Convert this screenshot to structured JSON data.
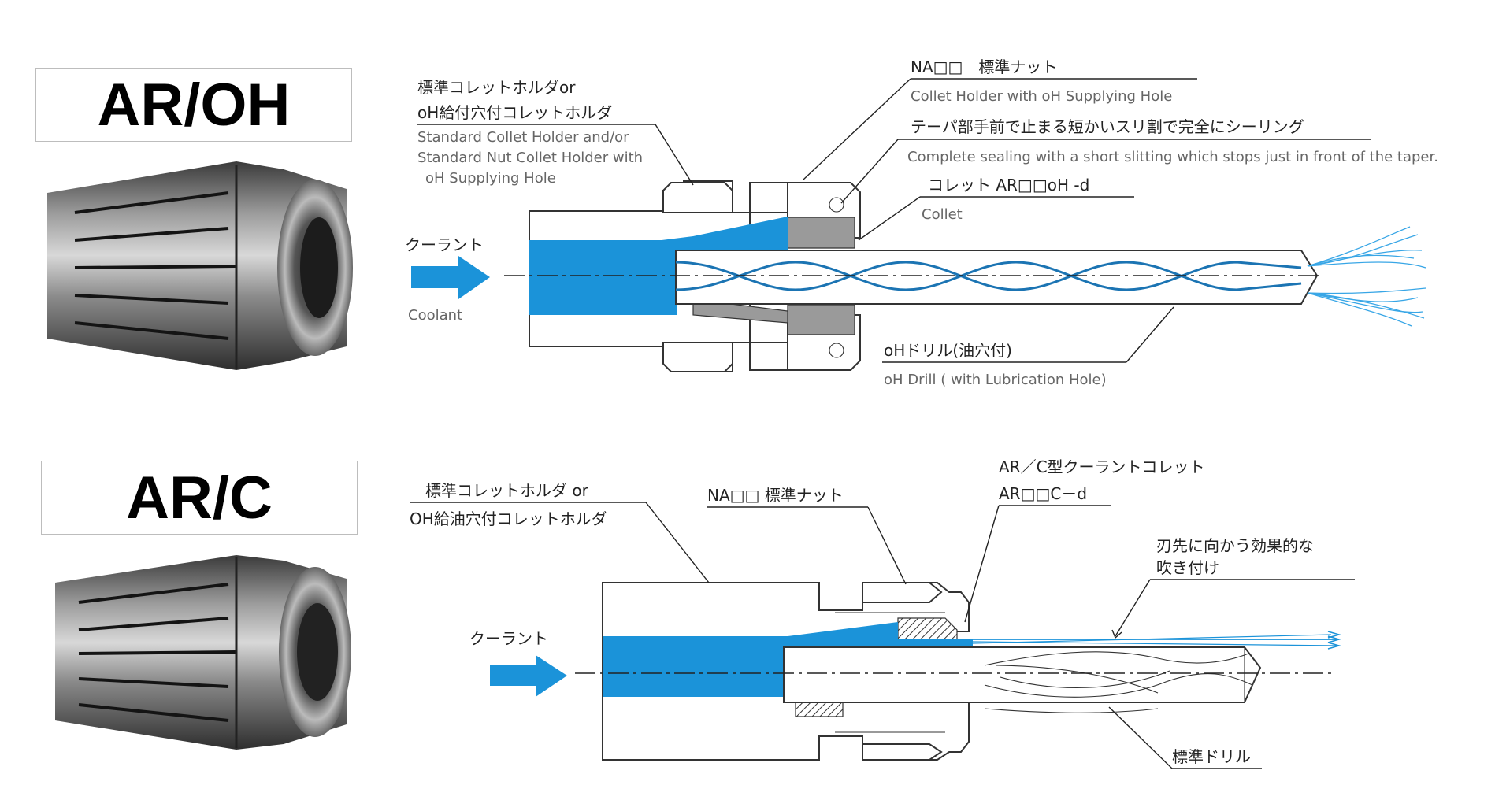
{
  "top": {
    "title": "AR/OH",
    "collet_photo_icon": "collet-photo",
    "labels": {
      "holder_jp_1": "標準コレットホルダor",
      "holder_jp_2": "oH給付穴付コレットホルダ",
      "holder_en_1": "Standard Collet Holder and/or",
      "holder_en_2": "Standard Nut Collet Holder with",
      "holder_en_3": "oH Supplying Hole",
      "nut_jp": "NA□□　標準ナット",
      "nut_en": "Collet Holder with oH Supplying Hole",
      "slit_jp": "テーパ部手前で止まる短かいスリ割で完全にシーリング",
      "slit_en": "Complete sealing with a short slitting which stops just in front of the taper.",
      "collet_jp": "コレット AR□□oH -d",
      "collet_en": "Collet",
      "coolant_jp": "クーラント",
      "coolant_en": "Coolant",
      "drill_jp": "oHドリル(油穴付)",
      "drill_en": "oH Drill ( with Lubrication Hole)"
    }
  },
  "bottom": {
    "title": "AR/C",
    "labels": {
      "holder_jp_1": "標準コレットホルダ or",
      "holder_jp_2": "OH給油穴付コレットホルダ",
      "nut_jp": "NA□□ 標準ナット",
      "collet_jp_1": "AR／C型クーラントコレット",
      "collet_jp_2": "AR□□C－d",
      "coolant_jp": "クーラント",
      "spray_jp_1": "刃先に向かう効果的な",
      "spray_jp_2": "吹き付け",
      "drill_jp": "標準ドリル"
    }
  },
  "colors": {
    "coolant": "#1b93d9",
    "nut_grey": "#9a9a9a"
  }
}
